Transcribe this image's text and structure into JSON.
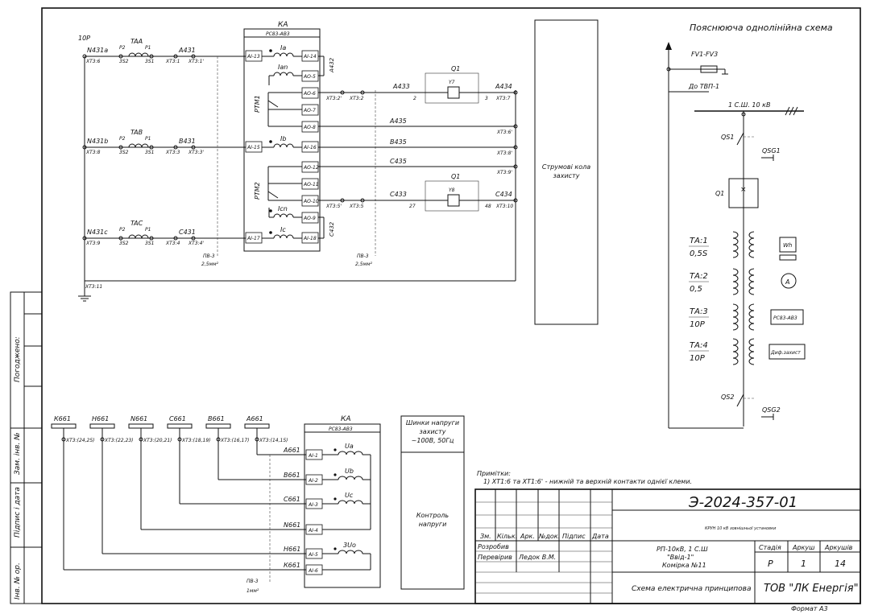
{
  "frame_labels": {
    "pogodzheno": "Погоджено:",
    "zam_inv": "Зам. інв. №",
    "pidpys_data": "Підпис і дата",
    "inv_orig": "Інв. № ор."
  },
  "scheme_title": "Пояснююча однолінійна схема",
  "ka_top": {
    "name": "КА",
    "type": "РС83-АВ3",
    "inputs": [
      "АІ-13",
      "АІ-15",
      "АІ-17"
    ],
    "outputs": [
      "АІ-14",
      "АО-5",
      "АО-6",
      "АО-7",
      "АО-8",
      "АІ-16",
      "АО-12",
      "АО-11",
      "АО-10",
      "АО-9",
      "АІ-18"
    ],
    "currents": [
      "Ia",
      "Ian",
      "Ib",
      "Icn",
      "Ic"
    ],
    "rtm1": "РТМ1",
    "rtm2": "РТМ2",
    "a432": "А432",
    "c432": "С432"
  },
  "current_circuit": {
    "bus_label": "10Р",
    "phase_a": {
      "n": "N431a",
      "ta": "TAA",
      "xt_n": "XT3:6",
      "xt_s2": "3S2",
      "xt_s1": "3S1",
      "x1": "XT3:1",
      "x1p": "XT3:1'",
      "wire": "A431"
    },
    "phase_b": {
      "n": "N431b",
      "ta": "TAB",
      "xt_n": "XT3:8",
      "xt_s2": "3S2",
      "xt_s1": "3S1",
      "x1": "XT3:3",
      "x1p": "XT3:3'",
      "wire": "B431"
    },
    "phase_c": {
      "n": "N431c",
      "ta": "TAC",
      "xt_n": "XT3:9",
      "xt_s2": "3S2",
      "xt_s1": "3S1",
      "x1": "XT3:4",
      "x1p": "XT3:4'",
      "wire": "C431"
    },
    "p1": "P1",
    "p2": "P2",
    "xt11": "XT3:11",
    "cable1": "ПВ-3",
    "cable1s": "2,5мм²",
    "cable2": "ПВ-3",
    "cable2s": "2,5мм²"
  },
  "trip": {
    "q1": "Q1",
    "y7": "Y7",
    "y8": "Y8",
    "a433": "A433",
    "a434": "A434",
    "a435": "A435",
    "b435": "B435",
    "c435": "C435",
    "c433": "C433",
    "c434": "C434",
    "x2p": "XT3:2'",
    "x2": "XT3:2",
    "x5p": "XT3:5'",
    "x5": "XT3:5",
    "x7": "XT3:7",
    "x6p": "XT3:6'",
    "x8p": "XT3:8'",
    "x9p": "XT3:9'",
    "x10": "XT3:10",
    "n2": "2",
    "n3": "3",
    "n27": "27",
    "n48": "48"
  },
  "struct_box": "Струмові кола захисту",
  "voltage": {
    "labels": [
      "К661",
      "Н661",
      "N661",
      "С661",
      "В661",
      "А661"
    ],
    "xts": [
      "XT3:(24,25)",
      "XT3:(22,23)",
      "XT3:(20,21)",
      "XT3:(18,19)",
      "XT3:(16,17)",
      "XT3:(14,15)"
    ],
    "wires": [
      "А661",
      "В661",
      "С661",
      "N661",
      "Н661",
      "К661"
    ],
    "ai": [
      "АІ-1",
      "АІ-2",
      "АІ-3",
      "АІ-4",
      "АІ-5",
      "АІ-6"
    ],
    "coils": [
      "Ua",
      "Ub",
      "Uc",
      "3Uo"
    ],
    "ka": "КА",
    "katype": "РС83-АВ3",
    "cable": "ПВ-3",
    "cables": "1мм²"
  },
  "bus_box": "Шинки напруги захисту ~100В, 50Гц",
  "control_box": "Контроль напруги",
  "notes_title": "Примітки:",
  "note1": "1) XT1:6 та XT1:6' - нижній та верхній контакти однієї клеми.",
  "single_line": {
    "fv": "FV1-FV3",
    "to_tvp": "До ТВП-1",
    "bus": "1 С.Ш. 10 кВ",
    "qs1": "QS1",
    "qsg1": "QSG1",
    "q1": "Q1",
    "qs2": "QS2",
    "qsg2": "QSG2",
    "ta": [
      {
        "name": "ТА:1",
        "cls": "0,5S"
      },
      {
        "name": "ТА:2",
        "cls": "0,5"
      },
      {
        "name": "ТА:3",
        "cls": "10Р"
      },
      {
        "name": "ТА:4",
        "cls": "10Р"
      }
    ],
    "wh": "Wh",
    "amp": "A",
    "rs": "РС83-АВ3",
    "dif": "Диф.захист"
  },
  "stamp": {
    "code": "Э-2024-357-01",
    "subtitle": "КРУН 10 кВ зовнішньої установки",
    "cols": [
      "Зм.",
      "Кільк.",
      "Арк.",
      "№док.",
      "Підпис",
      "Дата"
    ],
    "rozrobyv": "Розробив",
    "perevirjv": "Перевірив",
    "perevirjv_name": "Ледок В.М.",
    "object1": "РП-10кВ, 1 С.Ш",
    "object2": "\"Ввід-1\"",
    "object3": "Комірка №11",
    "stadiia": "Стадія",
    "arkush": "Аркуш",
    "arkushiv": "Аркушів",
    "stadiia_v": "Р",
    "arkush_v": "1",
    "arkushiv_v": "14",
    "doc_title": "Схема електрична принципова",
    "company": "ТОВ \"ЛК Енергія\"",
    "format": "Формат А3"
  }
}
